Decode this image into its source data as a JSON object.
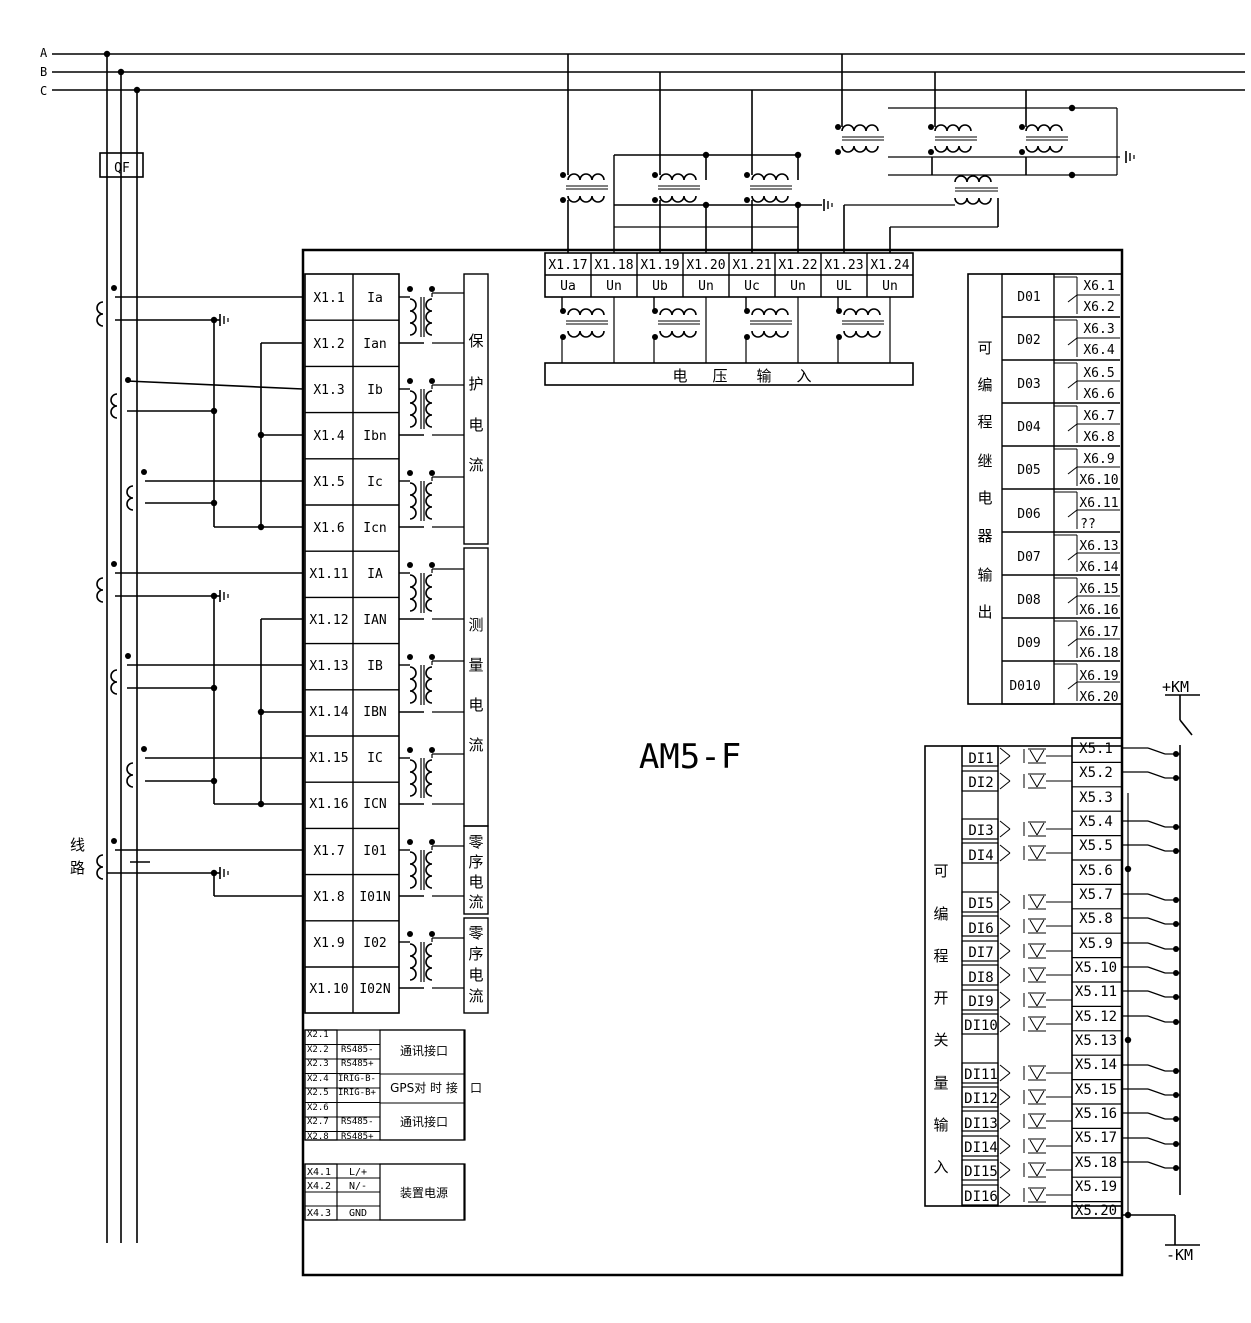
{
  "buses": [
    "A",
    "B",
    "C"
  ],
  "breaker": "QF",
  "line_label": [
    "线",
    "路"
  ],
  "device_name": "AM5-F",
  "current_terminals": [
    {
      "terminal": "X1.1",
      "signal": "Ia"
    },
    {
      "terminal": "X1.2",
      "signal": "Ian"
    },
    {
      "terminal": "X1.3",
      "signal": "Ib"
    },
    {
      "terminal": "X1.4",
      "signal": "Ibn"
    },
    {
      "terminal": "X1.5",
      "signal": "Ic"
    },
    {
      "terminal": "X1.6",
      "signal": "Icn"
    },
    {
      "terminal": "X1.11",
      "signal": "IA"
    },
    {
      "terminal": "X1.12",
      "signal": "IAN"
    },
    {
      "terminal": "X1.13",
      "signal": "IB"
    },
    {
      "terminal": "X1.14",
      "signal": "IBN"
    },
    {
      "terminal": "X1.15",
      "signal": "IC"
    },
    {
      "terminal": "X1.16",
      "signal": "ICN"
    },
    {
      "terminal": "X1.7",
      "signal": "I01"
    },
    {
      "terminal": "X1.8",
      "signal": "I01N"
    },
    {
      "terminal": "X1.9",
      "signal": "I02"
    },
    {
      "terminal": "X1.10",
      "signal": "I02N"
    }
  ],
  "current_groups": [
    {
      "chars": [
        "保",
        "护",
        "电",
        "流"
      ]
    },
    {
      "chars": [
        "测",
        "量",
        "电",
        "流"
      ]
    },
    {
      "chars": [
        "零",
        "序",
        "电",
        "流"
      ]
    },
    {
      "chars": [
        "零",
        "序",
        "电",
        "流"
      ]
    }
  ],
  "voltage_terminals": [
    {
      "terminal": "X1.17",
      "signal": "Ua"
    },
    {
      "terminal": "X1.18",
      "signal": "Un"
    },
    {
      "terminal": "X1.19",
      "signal": "Ub"
    },
    {
      "terminal": "X1.20",
      "signal": "Un"
    },
    {
      "terminal": "X1.21",
      "signal": "Uc"
    },
    {
      "terminal": "X1.22",
      "signal": "Un"
    },
    {
      "terminal": "X1.23",
      "signal": "UL"
    },
    {
      "terminal": "X1.24",
      "signal": "Un"
    }
  ],
  "voltage_label": [
    "电",
    "压",
    "输",
    "入"
  ],
  "relay_outputs": [
    {
      "name": "D01",
      "terminals": [
        "X6.1",
        "X6.2"
      ]
    },
    {
      "name": "D02",
      "terminals": [
        "X6.3",
        "X6.4"
      ]
    },
    {
      "name": "D03",
      "terminals": [
        "X6.5",
        "X6.6"
      ]
    },
    {
      "name": "D04",
      "terminals": [
        "X6.7",
        "X6.8"
      ]
    },
    {
      "name": "D05",
      "terminals": [
        "X6.9",
        "X6.10"
      ]
    },
    {
      "name": "D06",
      "terminals": [
        "X6.11",
        "??"
      ]
    },
    {
      "name": "D07",
      "terminals": [
        "X6.13",
        "X6.14"
      ]
    },
    {
      "name": "D08",
      "terminals": [
        "X6.15",
        "X6.16"
      ]
    },
    {
      "name": "D09",
      "terminals": [
        "X6.17",
        "X6.18"
      ]
    },
    {
      "name": "D010",
      "terminals": [
        "X6.19",
        "X6.20"
      ]
    }
  ],
  "relay_label": [
    "可",
    "编",
    "程",
    "继",
    "电",
    "器",
    "输",
    "出"
  ],
  "digital_inputs": [
    "DI1",
    "DI2",
    "DI3",
    "DI4",
    "DI5",
    "DI6",
    "DI7",
    "DI8",
    "DI9",
    "DI10",
    "DI11",
    "DI12",
    "DI13",
    "DI14",
    "DI15",
    "DI16"
  ],
  "di_terminals": [
    "X5.1",
    "X5.2",
    "X5.3",
    "X5.4",
    "X5.5",
    "X5.6",
    "X5.7",
    "X5.8",
    "X5.9",
    "X5.10",
    "X5.11",
    "X5.12",
    "X5.13",
    "X5.14",
    "X5.15",
    "X5.16",
    "X5.17",
    "X5.18",
    "X5.19",
    "X5.20"
  ],
  "di_label": [
    "可",
    "编",
    "程",
    "开",
    "关",
    "量",
    "输",
    "入"
  ],
  "supply_plus": "+KM",
  "supply_minus": "-KM",
  "comm_rows": [
    {
      "terminal": "X2.1",
      "signal": ""
    },
    {
      "terminal": "X2.2",
      "signal": "RS485-"
    },
    {
      "terminal": "X2.3",
      "signal": "RS485+"
    },
    {
      "terminal": "X2.4",
      "signal": "IRIG-B-"
    },
    {
      "terminal": "X2.5",
      "signal": "IRIG-B+"
    },
    {
      "terminal": "X2.6",
      "signal": ""
    },
    {
      "terminal": "X2.7",
      "signal": "RS485-"
    },
    {
      "terminal": "X2.8",
      "signal": "RS485+"
    }
  ],
  "comm_label_1": "通讯接口",
  "gps_label": "GPS对 时 接",
  "gps_tail": "口",
  "comm_label_2": "通讯接口",
  "power_rows": [
    {
      "terminal": "X4.1",
      "signal": "L/+"
    },
    {
      "terminal": "X4.2",
      "signal": "N/-"
    },
    {
      "terminal": "X4.3",
      "signal": "GND"
    }
  ],
  "power_label": "装置电源"
}
